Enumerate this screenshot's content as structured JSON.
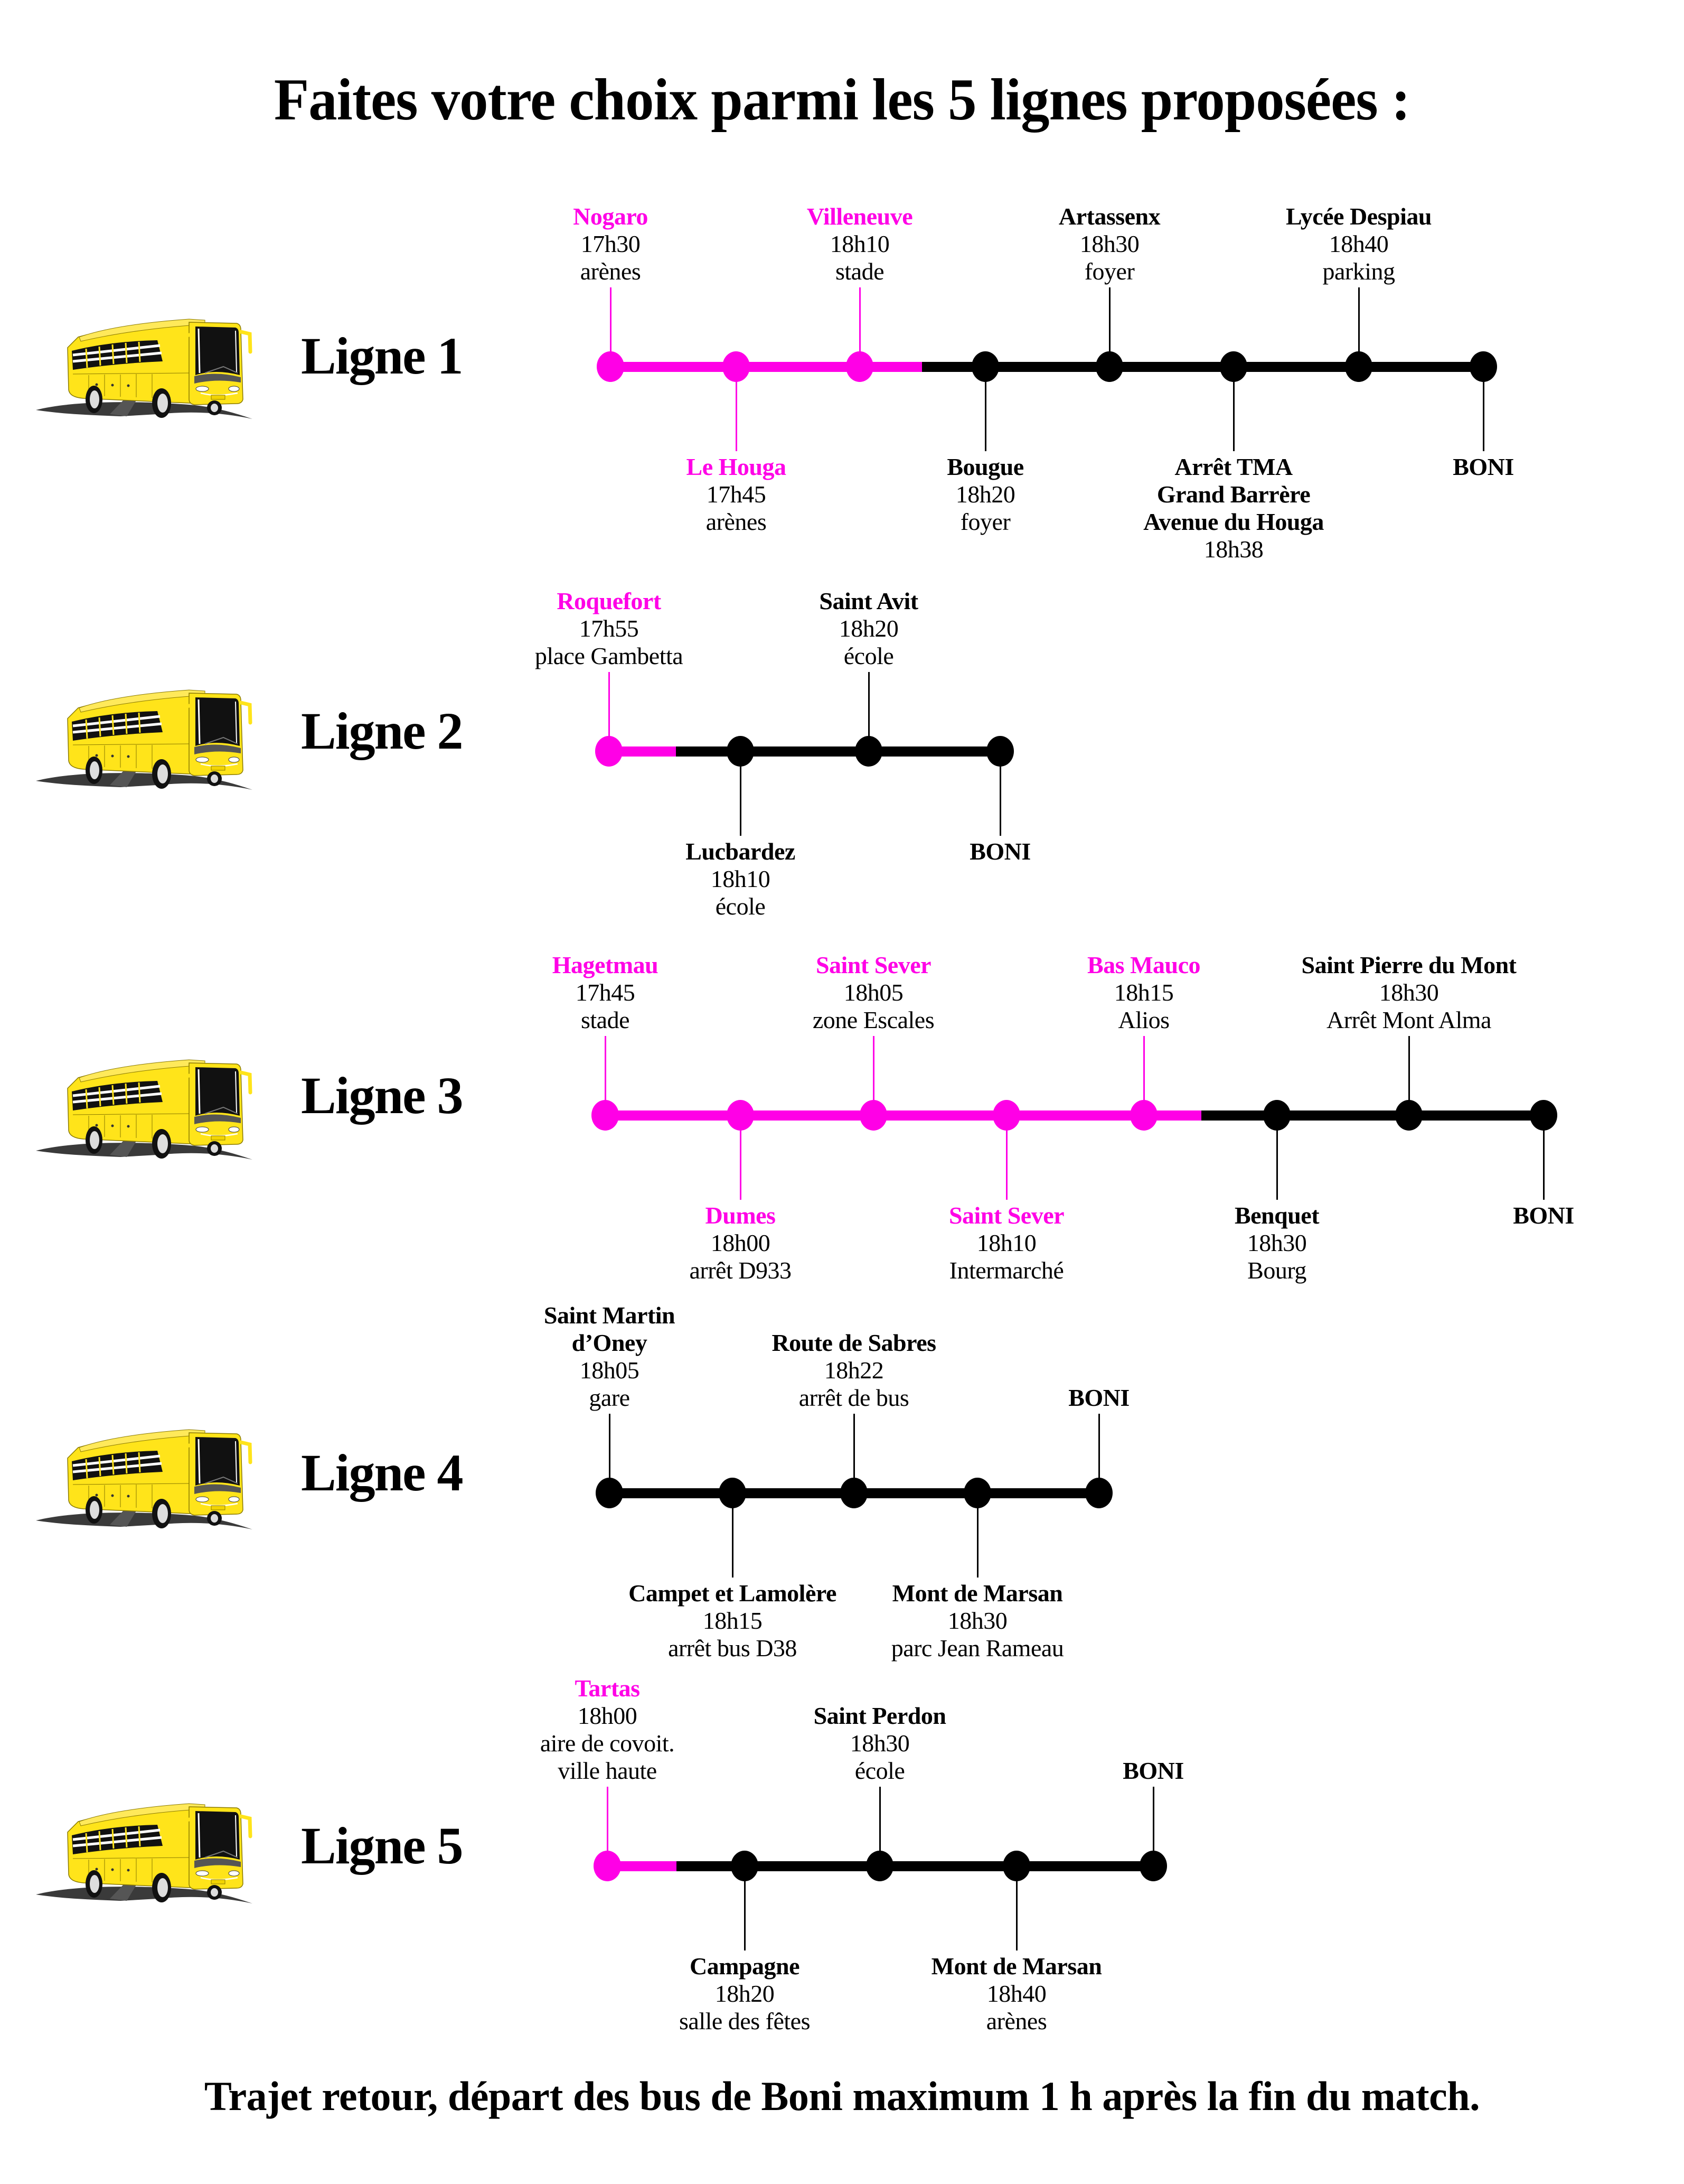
{
  "title": "Faites votre choix parmi les 5 lignes proposées :",
  "footer": "Trajet retour, départ des bus de Boni maximum 1 h après la fin du match.",
  "colors": {
    "highlight": "#ff00e6",
    "standard": "#000000",
    "bus_body": "#ffe41a",
    "bus_glass": "#111111"
  },
  "legend_semantics": {
    "highlight_color_meaning": "highlighted stops (pink)",
    "standard_color_meaning": "regular stops (black)"
  },
  "routes": [
    {
      "label": "Ligne 1",
      "icon": "bus-icon",
      "stops": [
        {
          "name": "Nogaro",
          "time": "17h30",
          "place": "arènes",
          "highlight": true,
          "label_side": "top"
        },
        {
          "name": "Le Houga",
          "time": "17h45",
          "place": "arènes",
          "highlight": true,
          "label_side": "bottom"
        },
        {
          "name": "Villeneuve",
          "time": "18h10",
          "place": "stade",
          "highlight": true,
          "label_side": "top"
        },
        {
          "name": "Bougue",
          "time": "18h20",
          "place": "foyer",
          "highlight": false,
          "label_side": "bottom"
        },
        {
          "name": "Artassenx",
          "time": "18h30",
          "place": "foyer",
          "highlight": false,
          "label_side": "top"
        },
        {
          "name_lines": [
            "Arrêt TMA",
            "Grand Barrère",
            "Avenue du Houga"
          ],
          "time": "18h38",
          "place": "",
          "highlight": false,
          "label_side": "bottom"
        },
        {
          "name": "Lycée Despiau",
          "time": "18h40",
          "place": "parking",
          "highlight": false,
          "label_side": "top"
        },
        {
          "name": "BONI",
          "time": "",
          "place": "",
          "highlight": false,
          "label_side": "bottom"
        }
      ]
    },
    {
      "label": "Ligne 2",
      "icon": "bus-icon",
      "stops": [
        {
          "name": "Roquefort",
          "time": "17h55",
          "place": "place Gambetta",
          "highlight": true,
          "label_side": "top"
        },
        {
          "name": "Lucbardez",
          "time": "18h10",
          "place": "école",
          "highlight": false,
          "label_side": "bottom"
        },
        {
          "name": "Saint Avit",
          "time": "18h20",
          "place": "école",
          "highlight": false,
          "label_side": "top"
        },
        {
          "name": "BONI",
          "time": "",
          "place": "",
          "highlight": false,
          "label_side": "bottom"
        }
      ]
    },
    {
      "label": "Ligne 3",
      "icon": "bus-icon",
      "stops": [
        {
          "name": "Hagetmau",
          "time": "17h45",
          "place": "stade",
          "highlight": true,
          "label_side": "top"
        },
        {
          "name": "Dumes",
          "time": "18h00",
          "place": "arrêt D933",
          "highlight": true,
          "label_side": "bottom"
        },
        {
          "name": "Saint Sever",
          "time": "18h05",
          "place": "zone Escales",
          "highlight": true,
          "label_side": "top"
        },
        {
          "name": "Saint Sever",
          "time": "18h10",
          "place": "Intermarché",
          "highlight": true,
          "label_side": "bottom"
        },
        {
          "name": "Bas Mauco",
          "time": "18h15",
          "place": "Alios",
          "highlight": true,
          "label_side": "top"
        },
        {
          "name": "Benquet",
          "time": "18h30",
          "place": "Bourg",
          "highlight": false,
          "label_side": "bottom"
        },
        {
          "name": "Saint Pierre du Mont",
          "time": "18h30",
          "place": "Arrêt Mont Alma",
          "highlight": false,
          "label_side": "top"
        },
        {
          "name": "BONI",
          "time": "",
          "place": "",
          "highlight": false,
          "label_side": "bottom"
        }
      ]
    },
    {
      "label": "Ligne 4",
      "icon": "bus-icon",
      "stops": [
        {
          "name_lines": [
            "Saint Martin",
            "d’Oney"
          ],
          "time": "18h05",
          "place": "gare",
          "highlight": false,
          "label_side": "top"
        },
        {
          "name": "Campet et Lamolère",
          "time": "18h15",
          "place": "arrêt bus D38",
          "highlight": false,
          "label_side": "bottom"
        },
        {
          "name": "Route de Sabres",
          "time": "18h22",
          "place": "arrêt de bus",
          "highlight": false,
          "label_side": "top"
        },
        {
          "name": "Mont de Marsan",
          "time": "18h30",
          "place": "parc Jean Rameau",
          "highlight": false,
          "label_side": "bottom"
        },
        {
          "name": "BONI",
          "time": "",
          "place": "",
          "highlight": false,
          "label_side": "top"
        }
      ]
    },
    {
      "label": "Ligne 5",
      "icon": "bus-icon",
      "stops": [
        {
          "name": "Tartas",
          "time": "18h00",
          "place_lines": [
            "aire de covoit.",
            "ville haute"
          ],
          "highlight": true,
          "label_side": "top"
        },
        {
          "name": "Campagne",
          "time": "18h20",
          "place": "salle des fêtes",
          "highlight": false,
          "label_side": "bottom"
        },
        {
          "name": "Saint Perdon",
          "time": "18h30",
          "place": "école",
          "highlight": false,
          "label_side": "top"
        },
        {
          "name": "Mont de Marsan",
          "time": "18h40",
          "place": "arènes",
          "highlight": false,
          "label_side": "bottom"
        },
        {
          "name": "BONI",
          "time": "",
          "place": "",
          "highlight": false,
          "label_side": "top"
        }
      ]
    }
  ]
}
